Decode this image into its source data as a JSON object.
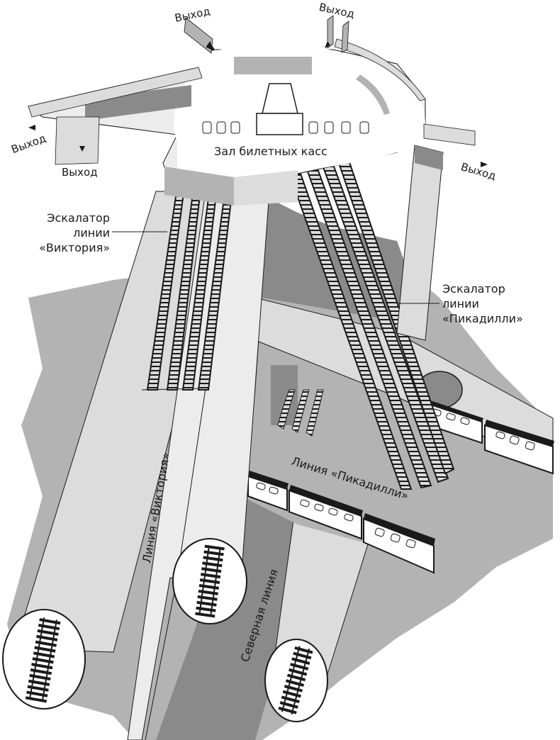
{
  "labels": {
    "exit_top_left": "Выход",
    "exit_top_right": "Выход",
    "exit_left": "Выход",
    "exit_left_lower": "Выход",
    "exit_right": "Выход",
    "ticket_hall": "Зал билетных касс",
    "victoria_escalator_1": "Эскалатор",
    "victoria_escalator_2": "линии",
    "victoria_escalator_3": "«Виктория»",
    "piccadilly_escalator_1": "Эскалатор",
    "piccadilly_escalator_2": "линии",
    "piccadilly_escalator_3": "«Пикадилли»",
    "victoria_line": "Линия «Виктория»",
    "piccadilly_line": "Линия «Пикадилли»",
    "northern_line": "Северная линия"
  },
  "colors": {
    "dark_gray": "#8a8a8a",
    "mid_gray": "#b3b3b3",
    "light_gray": "#dcdcdc",
    "white": "#ffffff",
    "ink": "#1a1a1a"
  }
}
